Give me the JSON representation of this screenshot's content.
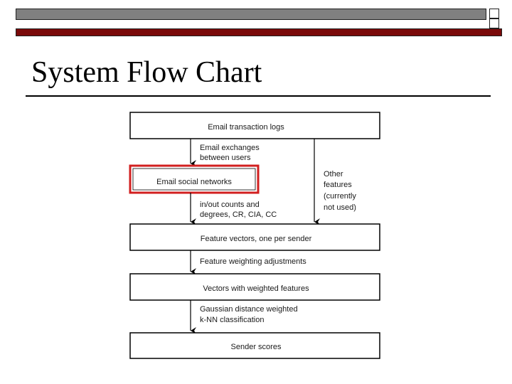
{
  "slide": {
    "title": "System Flow Chart"
  },
  "colors": {
    "header_gray": "#808080",
    "header_red": "#7a0a0a",
    "highlight": "#d11f1f"
  },
  "flow": {
    "boxes": [
      "Email transaction logs",
      "Email social networks",
      "Feature vectors, one per sender",
      "Vectors with weighted features",
      "Sender scores"
    ],
    "edge_notes": {
      "exchanges_line1": "Email exchanges",
      "exchanges_line2": "between users",
      "counts_line1": "in/out counts and",
      "counts_line2": "degrees, CR, CIA, CC",
      "weighting": "Feature weighting adjustments",
      "knn_line1": "Gaussian distance weighted",
      "knn_line2": "k-NN classification",
      "other_line1": "Other",
      "other_line2": "features",
      "other_line3": "(currently",
      "other_line4": "not used)"
    }
  }
}
